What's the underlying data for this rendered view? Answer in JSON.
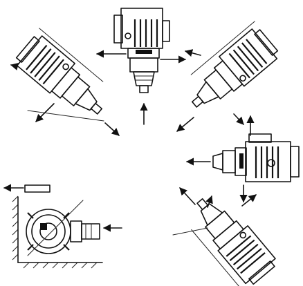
{
  "figure": {
    "views": [
      {
        "id": "top-center",
        "arrows": 3
      },
      {
        "id": "top-left",
        "arrows": 3
      },
      {
        "id": "top-right",
        "arrows": 3
      },
      {
        "id": "middle-right",
        "arrows": 3
      },
      {
        "id": "bottom-left",
        "arrows": 2
      },
      {
        "id": "bottom-right",
        "arrows": 3
      }
    ],
    "icons": {
      "flow_arrow": "arrow-icon",
      "motor": "motor-icon",
      "pump_head": "pump-head-icon",
      "mounting_wall": "wall-hatch-icon"
    }
  }
}
